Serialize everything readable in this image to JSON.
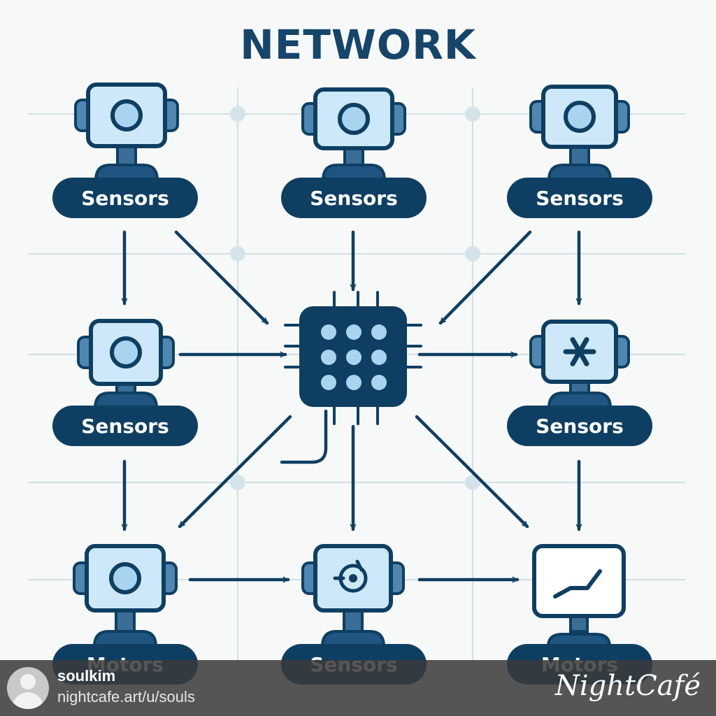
{
  "title": "NETWORK",
  "nodes": [
    {
      "id": "sensors-top-left",
      "label": "Sensors",
      "icon": "circle"
    },
    {
      "id": "sensors-top-center",
      "label": "Sensors",
      "icon": "circle"
    },
    {
      "id": "sensors-top-right",
      "label": "Sensors",
      "icon": "circle"
    },
    {
      "id": "sensors-middle-left",
      "label": "Sensors",
      "icon": "circle"
    },
    {
      "id": "sensors-middle-right",
      "label": "Sensors",
      "icon": "asterisk"
    },
    {
      "id": "motors-bottom-left",
      "label": "Motors",
      "icon": "circle"
    },
    {
      "id": "sensors-bottom-center",
      "label": "Sensors",
      "icon": "crosshair"
    },
    {
      "id": "motors-bottom-right",
      "label": "Motors",
      "icon": "line-graph"
    }
  ],
  "hub": {
    "id": "central-processor",
    "icon": "chip-grid"
  },
  "edges": [
    {
      "from": "sensors-top-left",
      "to": "sensors-middle-left"
    },
    {
      "from": "sensors-top-left",
      "to": "central-processor"
    },
    {
      "from": "sensors-top-center",
      "to": "central-processor"
    },
    {
      "from": "sensors-top-right",
      "to": "central-processor"
    },
    {
      "from": "sensors-top-right",
      "to": "sensors-middle-right"
    },
    {
      "from": "sensors-middle-left",
      "to": "central-processor"
    },
    {
      "from": "central-processor",
      "to": "sensors-middle-right"
    },
    {
      "from": "sensors-middle-left",
      "to": "motors-bottom-left"
    },
    {
      "from": "central-processor",
      "to": "motors-bottom-left"
    },
    {
      "from": "central-processor",
      "to": "sensors-bottom-center"
    },
    {
      "from": "central-processor",
      "to": "motors-bottom-right"
    },
    {
      "from": "sensors-middle-right",
      "to": "motors-bottom-right"
    },
    {
      "from": "motors-bottom-left",
      "to": "sensors-bottom-center"
    },
    {
      "from": "sensors-bottom-center",
      "to": "motors-bottom-right"
    }
  ],
  "footer": {
    "username": "soulkim",
    "profile_url": "nightcafe.art/u/souls",
    "brand": "NightCafé"
  },
  "colors": {
    "dark": "#0e3f62",
    "light": "#cde8f8",
    "mid": "#a9d4f0",
    "grid": "#d3dfe4",
    "background": "#f7f8f8"
  }
}
